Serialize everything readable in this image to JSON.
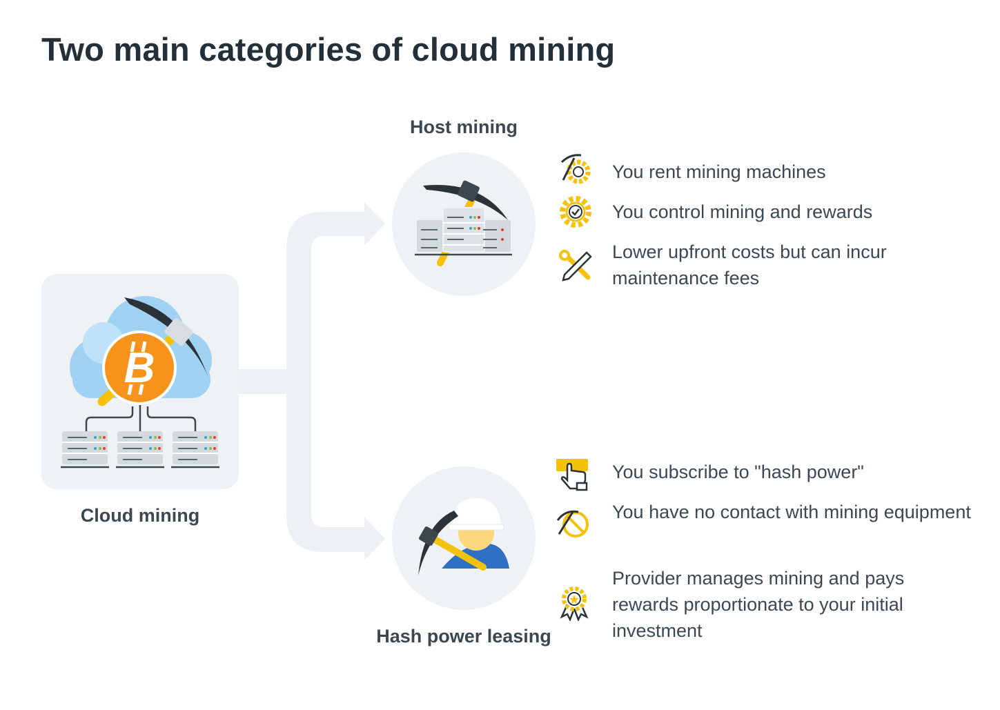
{
  "title": "Two main categories of cloud mining",
  "nodes": {
    "cloud_mining": "Cloud mining",
    "host_mining": "Host mining",
    "hash_power_leasing": "Hash power leasing"
  },
  "host_features": [
    {
      "icon": "pickaxe-gear-icon",
      "text": "You rent mining machines"
    },
    {
      "icon": "gear-check-icon",
      "text": "You control mining and rewards"
    },
    {
      "icon": "wrench-pencil-icon",
      "text": "Lower upfront costs but can incur maintenance fees"
    }
  ],
  "hash_features": [
    {
      "icon": "hand-click-icon",
      "text": "You subscribe to \"hash power\""
    },
    {
      "icon": "no-pickaxe-icon",
      "text": "You have no contact with mining equipment"
    },
    {
      "icon": "award-badge-icon",
      "text": "Provider manages mining and pays rewards proportionate to your initial investment"
    }
  ],
  "colors": {
    "accent_yellow": "#f4c20d",
    "bitcoin_orange": "#f7931a",
    "connector_gray": "#edf1f3",
    "cloud_blue": "#9fd2f3",
    "title_text": "#243039"
  }
}
